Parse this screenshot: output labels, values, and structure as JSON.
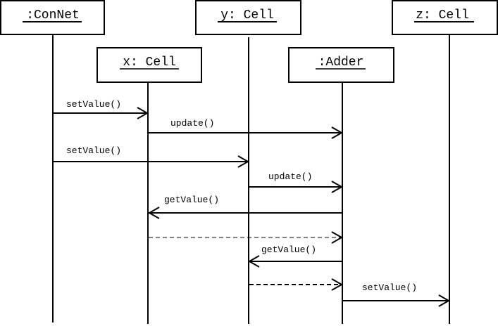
{
  "diagram": {
    "type": "uml-sequence-diagram",
    "objects": [
      {
        "id": "connet",
        "label": ":ConNet"
      },
      {
        "id": "x",
        "label": "x: Cell"
      },
      {
        "id": "y",
        "label": "y: Cell"
      },
      {
        "id": "adder",
        "label": ":Adder"
      },
      {
        "id": "z",
        "label": "z: Cell"
      }
    ],
    "messages": [
      {
        "from": "connet",
        "to": "x",
        "label": "setValue()",
        "kind": "call"
      },
      {
        "from": "x",
        "to": "adder",
        "label": "update()",
        "kind": "call"
      },
      {
        "from": "connet",
        "to": "y",
        "label": "setValue()",
        "kind": "call"
      },
      {
        "from": "y",
        "to": "adder",
        "label": "update()",
        "kind": "call"
      },
      {
        "from": "adder",
        "to": "x",
        "label": "getValue()",
        "kind": "call"
      },
      {
        "from": "x",
        "to": "adder",
        "label": "",
        "kind": "return"
      },
      {
        "from": "adder",
        "to": "y",
        "label": "getValue()",
        "kind": "call"
      },
      {
        "from": "y",
        "to": "adder",
        "label": "",
        "kind": "return"
      },
      {
        "from": "adder",
        "to": "z",
        "label": "setValue()",
        "kind": "call"
      }
    ],
    "colors": {
      "stroke": "#000000",
      "background": "#ffffff"
    }
  }
}
